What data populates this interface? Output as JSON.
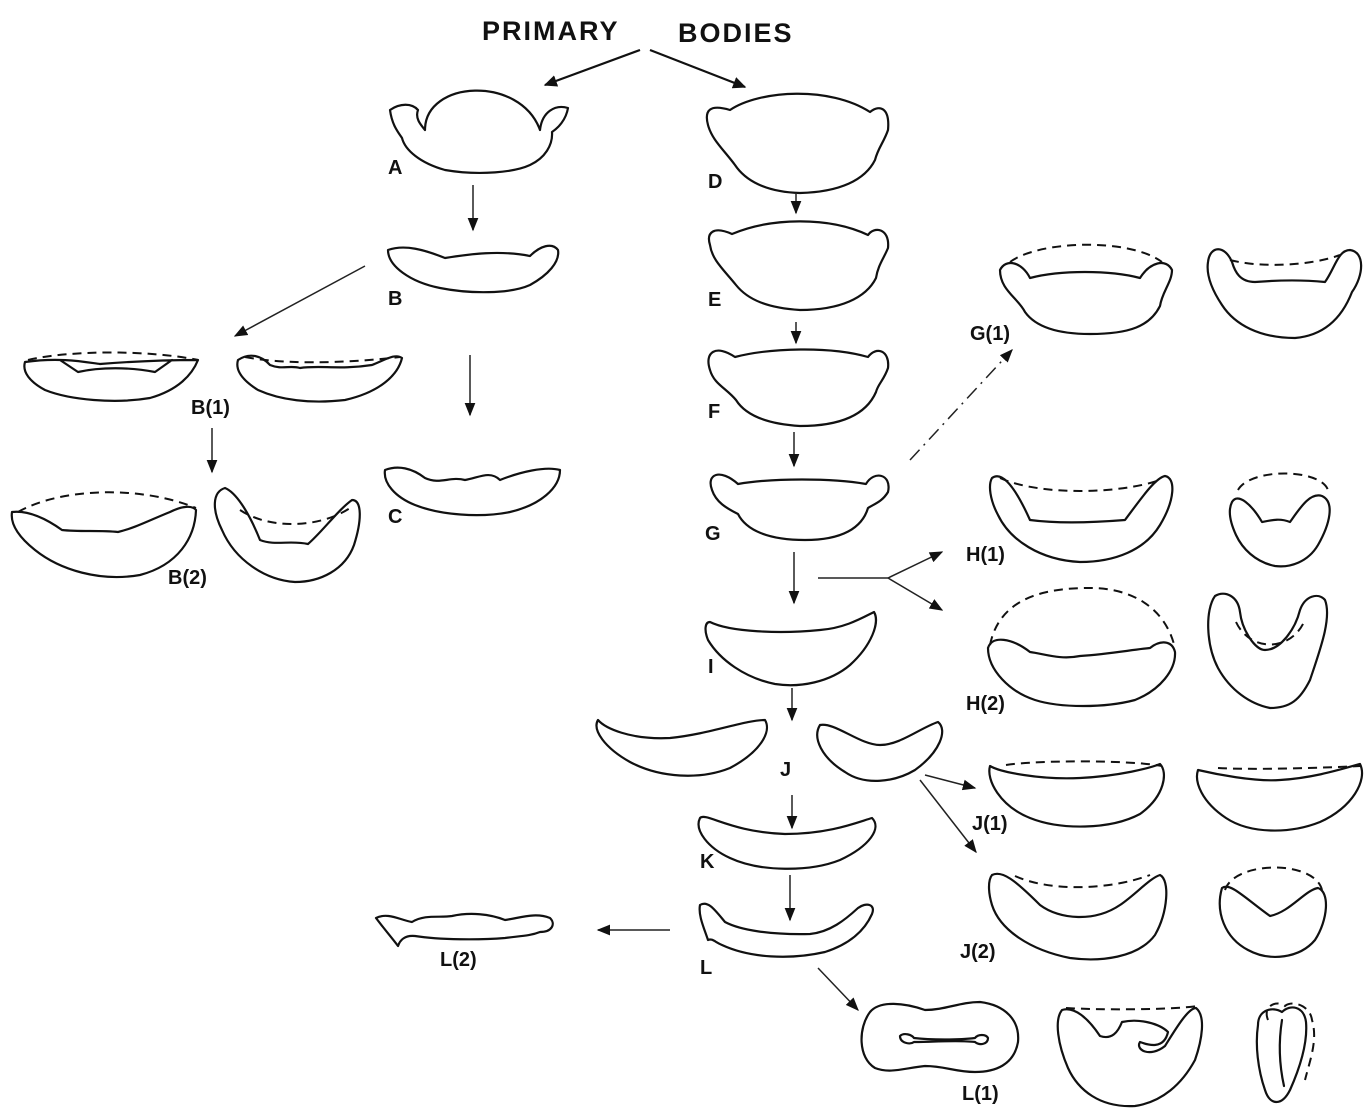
{
  "title_left": "PRIMARY",
  "title_right": "BODIES",
  "labels": {
    "A": "A",
    "B": "B",
    "B1": "B(1)",
    "B2": "B(2)",
    "C": "C",
    "D": "D",
    "E": "E",
    "F": "F",
    "G": "G",
    "G1": "G(1)",
    "H1": "H(1)",
    "H2": "H(2)",
    "I": "I",
    "J": "J",
    "J1": "J(1)",
    "J2": "J(2)",
    "K": "K",
    "L": "L",
    "L1": "L(1)",
    "L2": "L(2)"
  }
}
